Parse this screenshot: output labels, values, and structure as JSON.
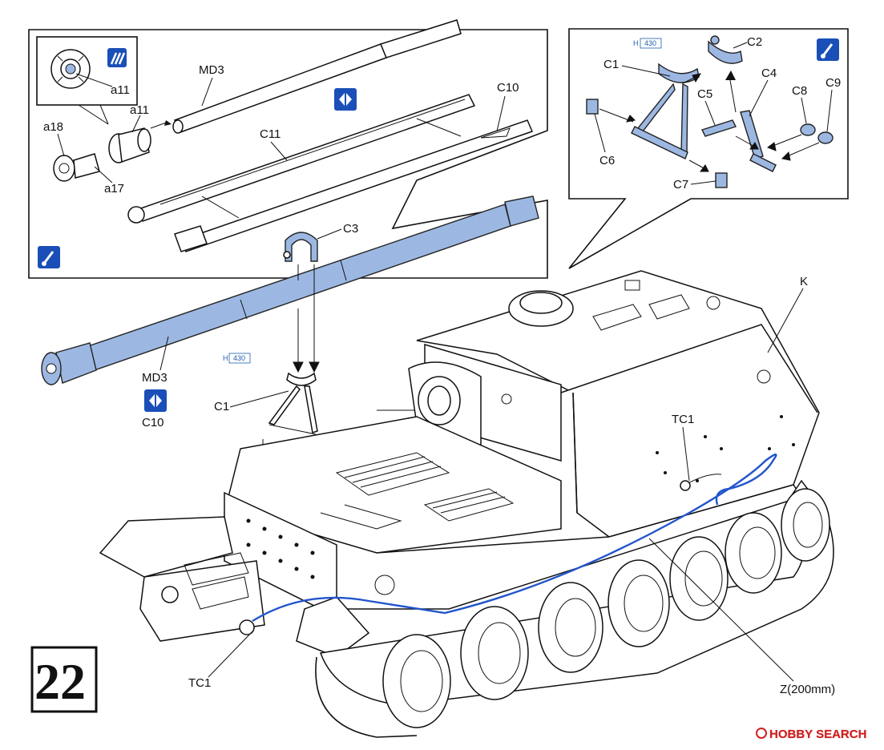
{
  "step_number": "22",
  "colors": {
    "highlight_blue": "#9cb8e2",
    "wire_blue": "#2255cc",
    "icon_blue": "#1a4fb8",
    "watermark_red": "#d02020"
  },
  "icons": {
    "paint_icon": "paint-stripes-icon",
    "rotate_icon": "rotate-arrows-icon",
    "brush_icon": "paintbrush-icon"
  },
  "inset_left": {
    "labels": {
      "a11_top": "a11",
      "a11_mid": "a11",
      "a18": "a18",
      "a17": "a17",
      "md3": "MD3",
      "c11": "C11",
      "c10": "C10"
    }
  },
  "inset_right": {
    "paint_code": "430",
    "paint_prefix": "H",
    "labels": {
      "c1": "C1",
      "c2": "C2",
      "c4": "C4",
      "c5": "C5",
      "c6": "C6",
      "c7": "C7",
      "c8": "C8",
      "c9": "C9"
    }
  },
  "main": {
    "labels": {
      "c3": "C3",
      "md3": "MD3",
      "c10": "C10",
      "c1": "C1",
      "k": "K",
      "tc1_right": "TC1",
      "tc1_left": "TC1",
      "z_wire": "Z(200mm)"
    },
    "paint_prefix": "H",
    "paint_code": "430"
  },
  "watermark": "HOBBY SEARCH"
}
